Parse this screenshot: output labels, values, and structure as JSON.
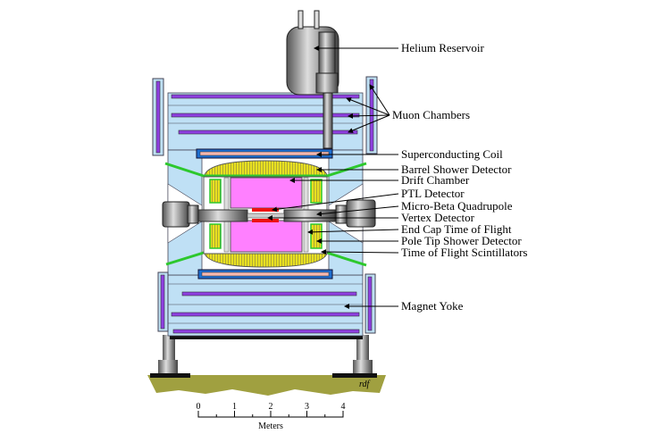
{
  "labels": {
    "helium_reservoir": "Helium Reservoir",
    "muon_chambers": "Muon Chambers",
    "superconducting_coil": "Superconducting Coil",
    "barrel_shower_detector": "Barrel Shower Detector",
    "drift_chamber": "Drift Chamber",
    "ptl_detector": "PTL Detector",
    "micro_beta_quadrupole": "Micro-Beta Quadrupole",
    "vertex_detector": "Vertex Detector",
    "end_cap_tof": "End Cap Time of Flight",
    "pole_tip_shower": "Pole Tip Shower Detector",
    "tof_scintillators": "Time of Flight Scintillators",
    "magnet_yoke": "Magnet Yoke"
  },
  "scale": {
    "ticks": [
      "0",
      "1",
      "2",
      "3",
      "4"
    ],
    "unit": "Meters"
  },
  "signature": "rdf",
  "colors": {
    "yoke": "#bfe0f5",
    "muon": "#8e3fe0",
    "drift": "#ff80ff",
    "shower": "#e8e020",
    "coil": "#1e6fd0",
    "ground": "#a0a040"
  }
}
